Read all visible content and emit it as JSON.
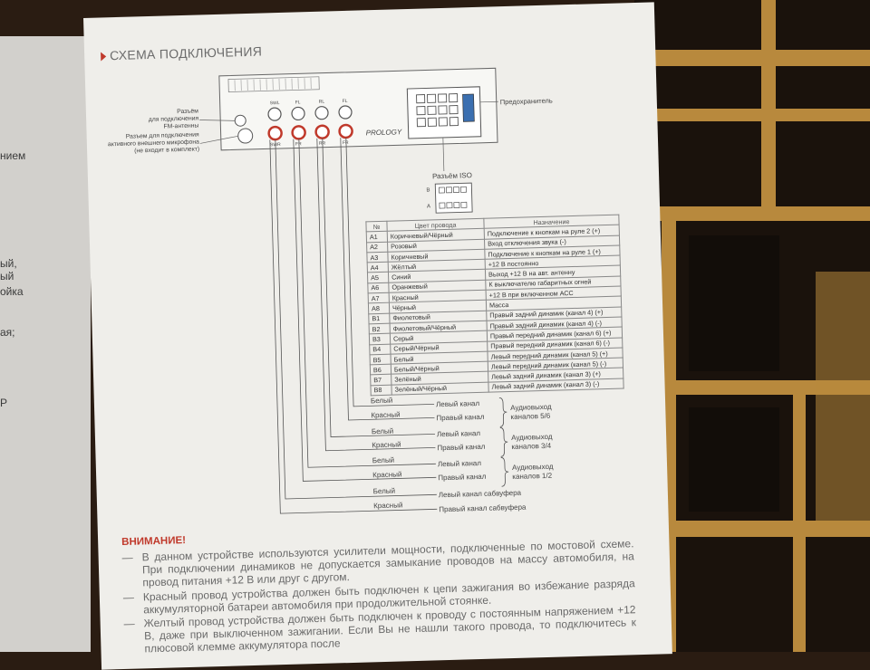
{
  "section_title": "СХЕМА ПОДКЛЮЧЕНИЯ",
  "left_page_fragments": [
    "нием",
    "ый,",
    "ый",
    "ойка",
    "ая;",
    "Р"
  ],
  "device": {
    "brand": "PROLOGY",
    "rca_top_labels": [
      "SWL",
      "FL",
      "RL",
      "FL"
    ],
    "rca_bottom_labels": [
      "SWR",
      "FR",
      "RR",
      "FR"
    ]
  },
  "labels": {
    "fm_antenna": [
      "Разъём",
      "для подключения",
      "FM-антенны"
    ],
    "microphone": [
      "Разъем для подключения",
      "активного внешнего микрофона",
      "(не входит в комплект)"
    ],
    "fuse": "Предохранитель",
    "iso": "Разъём ISO",
    "iso_row_b": "B",
    "iso_row_a": "A"
  },
  "wire_table": {
    "headers": [
      "№",
      "Цвет провода",
      "Назначение"
    ],
    "rows": [
      [
        "A1",
        "Коричневый/Чёрный",
        "Подключение к кнопкам на руле 2 (+)"
      ],
      [
        "A2",
        "Розовый",
        "Вход отключения звука (-)"
      ],
      [
        "A3",
        "Коричневый",
        "Подключение к кнопкам на руле 1 (+)"
      ],
      [
        "A4",
        "Жёлтый",
        "+12 В постоянно"
      ],
      [
        "A5",
        "Синий",
        "Выход +12 В на авт. антенну"
      ],
      [
        "A6",
        "Оранжевый",
        "К выключателю габаритных огней"
      ],
      [
        "A7",
        "Красный",
        "+12 В при включенном АСС"
      ],
      [
        "A8",
        "Чёрный",
        "Масса"
      ],
      [
        "B1",
        "Фиолетовый",
        "Правый задний динамик (канал 4) (+)"
      ],
      [
        "B2",
        "Фиолетовый/Чёрный",
        "Правый задний динамик (канал 4) (-)"
      ],
      [
        "B3",
        "Серый",
        "Правый передний динамик (канал 6) (+)"
      ],
      [
        "B4",
        "Серый/Чёрный",
        "Правый передний динамик (канал 6) (-)"
      ],
      [
        "B5",
        "Белый",
        "Левый передний динамик (канал 5) (+)"
      ],
      [
        "B6",
        "Белый/Чёрный",
        "Левый передний динамик (канал 5) (-)"
      ],
      [
        "B7",
        "Зелёный",
        "Левый задний динамик (канал 3) (+)"
      ],
      [
        "B8",
        "Зелёный/Чёрный",
        "Левый задний динамик (канал 3) (-)"
      ]
    ]
  },
  "rca_outputs": [
    {
      "color": "Белый",
      "channel": "Левый канал"
    },
    {
      "color": "Красный",
      "channel": "Правый канал"
    },
    {
      "color": "Белый",
      "channel": "Левый канал"
    },
    {
      "color": "Красный",
      "channel": "Правый канал"
    },
    {
      "color": "Белый",
      "channel": "Левый канал"
    },
    {
      "color": "Красный",
      "channel": "Правый канал"
    },
    {
      "color": "Белый",
      "channel": "Левый канал сабвуфера"
    },
    {
      "color": "Красный",
      "channel": "Правый канал сабвуфера"
    }
  ],
  "groups": [
    {
      "line1": "Аудиовыход",
      "line2": "каналов 5/6"
    },
    {
      "line1": "Аудиовыход",
      "line2": "каналов 3/4"
    },
    {
      "line1": "Аудиовыход",
      "line2": "каналов 1/2"
    }
  ],
  "warning": {
    "title": "ВНИМАНИЕ!",
    "items": [
      "В данном устройстве используются усилители мощности, подключенные по мостовой схеме. При подключении динамиков не допускается замыкание проводов на массу автомобиля, на провод питания +12 В или друг с другом.",
      "Красный провод устройства должен быть подключен к цепи зажигания во избежание разряда аккумуляторной батареи автомобиля при продолжительной стоянке.",
      "Желтый провод устройства должен быть подключен к проводу с постоянным напряжением +12 В, даже при выключенном зажигании. Если Вы не нашли такого провода, то подключитесь к плюсовой клемме аккумулятора после"
    ]
  },
  "colors": {
    "accent": "#c0392b",
    "page": "#efeeea",
    "carpet_gold": "#b8893d"
  }
}
